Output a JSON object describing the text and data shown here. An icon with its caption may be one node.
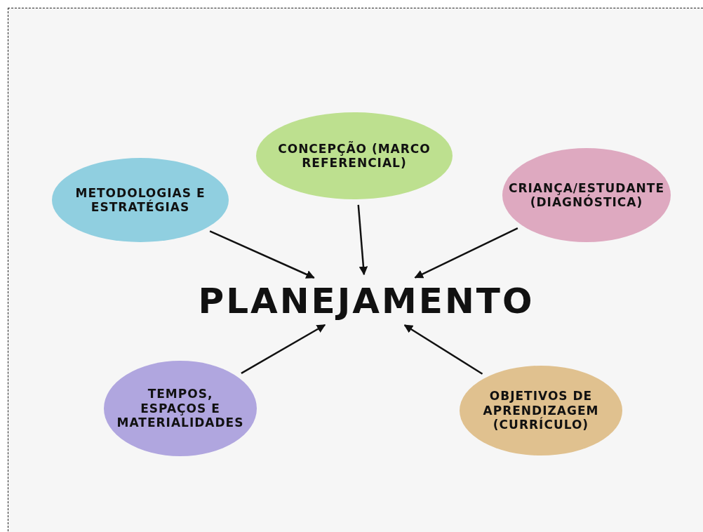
{
  "diagram": {
    "nodes": [
      {
        "text": [
          "CONCEPÇÃO (MARCO REFERENCIAL)"
        ]
      },
      {
        "text": [
          "METODOLOGIAS E ESTRATÉGIAS"
        ]
      },
      {
        "text": [
          "CRIANÇA/ESTUDANTE (DIAGNÓSTICA)"
        ]
      },
      {
        "text": [
          "PLANEJAMENTO"
        ]
      },
      {
        "text": [
          "TEMPOS, ESPAÇOS E MATERIALIDADES"
        ]
      },
      {
        "text": [
          "OBJETIVOS DE APRENDIZAGEM (CURRÍCULO)"
        ]
      }
    ],
    "edges": [
      {
        "from": 1,
        "to": 3,
        "arrow": "to"
      },
      {
        "from": 0,
        "to": 3,
        "arrow": "to"
      },
      {
        "from": 2,
        "to": 3,
        "arrow": "to"
      },
      {
        "from": 4,
        "to": 3,
        "arrow": "to"
      },
      {
        "from": 5,
        "to": 3,
        "arrow": "to"
      }
    ]
  }
}
